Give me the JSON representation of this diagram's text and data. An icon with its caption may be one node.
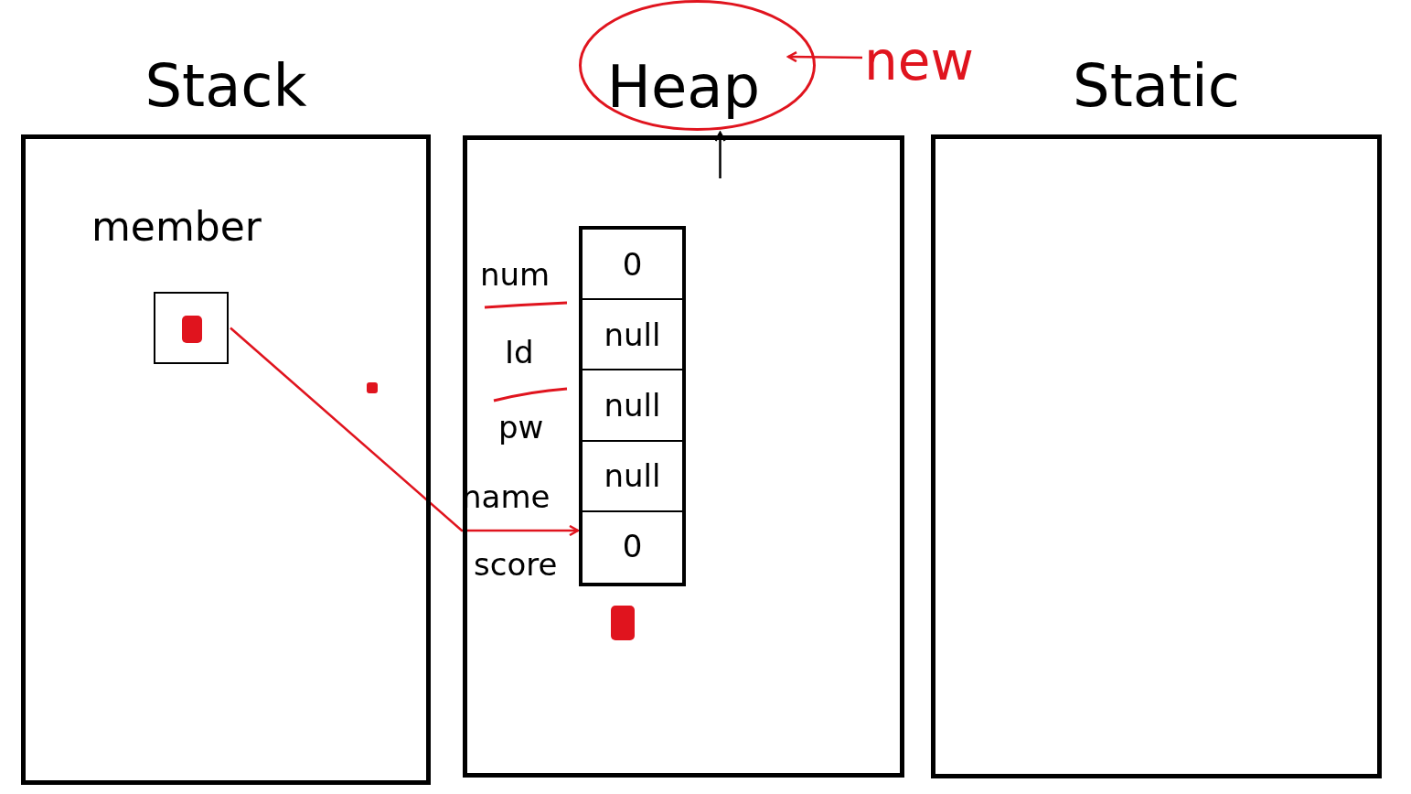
{
  "diagram": {
    "nodes": [
      {
        "text": [
          "Stack"
        ]
      },
      {
        "text": [
          "Heap"
        ]
      },
      {
        "text": [
          "Static"
        ]
      },
      {
        "text": [
          "member"
        ],
        "in": 0
      },
      {
        "text": [
          "0",
          "null",
          "null",
          "null",
          "0"
        ],
        "in": 1
      },
      {
        "text": [
          "new"
        ]
      }
    ],
    "edges": [
      {
        "from": 3,
        "to": 4,
        "arrow": "to",
        "color": "#e0141e"
      },
      {
        "from": 5,
        "to": 1,
        "arrow": "to",
        "color": "#e0141e"
      },
      {
        "from": null,
        "to": 1,
        "arrow": "to",
        "color": "#000000"
      }
    ],
    "labels": [
      "num",
      "Id",
      "pw",
      "name",
      "score"
    ]
  }
}
